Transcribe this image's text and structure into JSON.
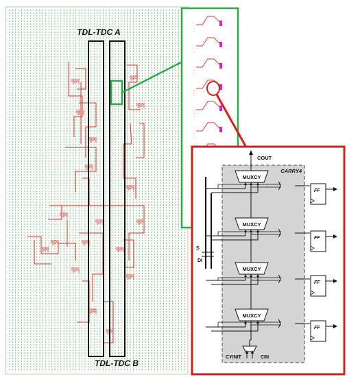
{
  "labels": {
    "tdc_a": "TDL-TDC A",
    "tdc_b": "TDL-TDC B",
    "cout": "COUT",
    "carry4": "CARRY4",
    "muxcy": "MUXCY",
    "ff": "FF",
    "s": "S",
    "di": "DI",
    "cyinit": "CYINIT",
    "cin": "CIN"
  },
  "colors": {
    "fabric_green": "#2e8b3a",
    "route_red": "#e03030",
    "callout_green": "#2eaa4a",
    "callout_red": "#d91c1c",
    "carry_fill": "#d4d4d4",
    "magenta": "#e020c0"
  }
}
